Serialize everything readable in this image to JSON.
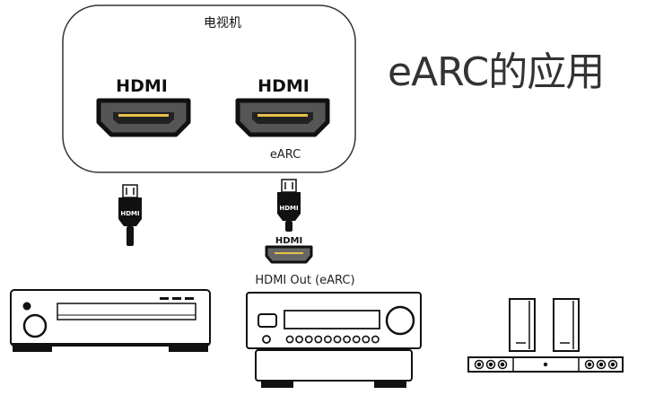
{
  "title": "eARC的应用",
  "tv": {
    "label": "电视机",
    "ports": [
      {
        "label": "HDMI",
        "sublabel": ""
      },
      {
        "label": "HDMI",
        "sublabel": "eARC"
      }
    ]
  },
  "cables": [
    {
      "plug_label": "HDMI"
    },
    {
      "plug_label": "HDMI",
      "end_label": "HDMI",
      "caption": "HDMI Out (eARC)"
    }
  ],
  "devices": [
    "player-left",
    "av-receiver",
    "speaker-system"
  ],
  "colors": {
    "line": "#1a1a1a",
    "port_pin": "#e8c04a",
    "title": "#333333"
  }
}
